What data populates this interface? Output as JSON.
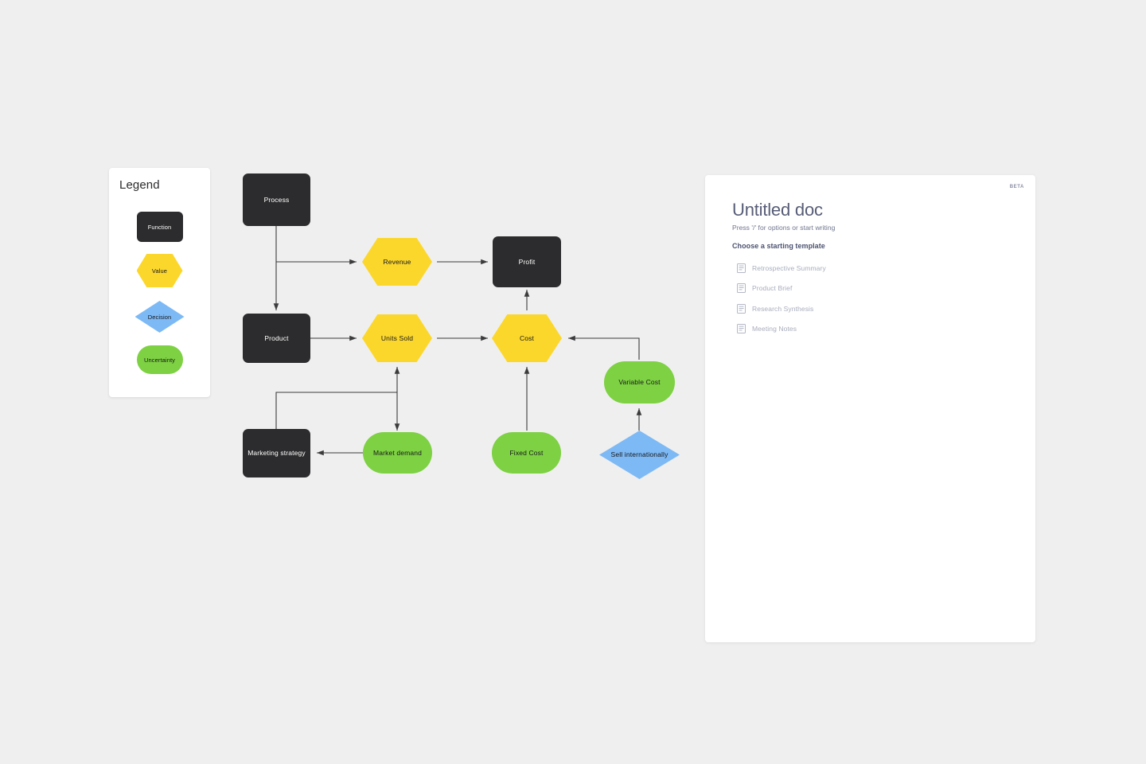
{
  "canvas": {
    "background_color": "#efefef"
  },
  "legend": {
    "title": "Legend",
    "items": [
      {
        "label": "Function",
        "shape": "rounded-rect",
        "color": "#2c2c2e"
      },
      {
        "label": "Value",
        "shape": "hexagon",
        "color": "#fcd72b"
      },
      {
        "label": "Decision",
        "shape": "diamond",
        "color": "#7db9f5"
      },
      {
        "label": "Uncertainty",
        "shape": "pill",
        "color": "#7dd143"
      }
    ]
  },
  "diagram": {
    "nodes": [
      {
        "id": "process",
        "label": "Process",
        "type": "function"
      },
      {
        "id": "revenue",
        "label": "Revenue",
        "type": "value"
      },
      {
        "id": "profit",
        "label": "Profit",
        "type": "function"
      },
      {
        "id": "product",
        "label": "Product",
        "type": "function"
      },
      {
        "id": "units-sold",
        "label": "Units Sold",
        "type": "value"
      },
      {
        "id": "cost",
        "label": "Cost",
        "type": "value"
      },
      {
        "id": "variable-cost",
        "label": "Variable Cost",
        "type": "uncertainty"
      },
      {
        "id": "marketing-strategy",
        "label": "Marketing strategy",
        "type": "function"
      },
      {
        "id": "market-demand",
        "label": "Market demand",
        "type": "uncertainty"
      },
      {
        "id": "fixed-cost",
        "label": "Fixed Cost",
        "type": "uncertainty"
      },
      {
        "id": "sell-internationally",
        "label": "Sell internationally",
        "type": "decision"
      }
    ],
    "edges": [
      {
        "from": "process",
        "to": "revenue"
      },
      {
        "from": "process",
        "to": "product"
      },
      {
        "from": "revenue",
        "to": "profit"
      },
      {
        "from": "product",
        "to": "units-sold"
      },
      {
        "from": "units-sold",
        "to": "cost"
      },
      {
        "from": "cost",
        "to": "profit"
      },
      {
        "from": "fixed-cost",
        "to": "cost"
      },
      {
        "from": "variable-cost",
        "to": "cost"
      },
      {
        "from": "sell-internationally",
        "to": "variable-cost"
      },
      {
        "from": "market-demand",
        "to": "units-sold",
        "bidirectional": true
      },
      {
        "from": "market-demand",
        "to": "marketing-strategy"
      },
      {
        "from": "marketing-strategy",
        "to": "units-sold"
      }
    ]
  },
  "document": {
    "badge": "BETA",
    "title": "Untitled doc",
    "subtitle": "Press '/' for options or start writing",
    "section_title": "Choose a starting template",
    "templates": [
      {
        "label": "Retrospective Summary"
      },
      {
        "label": "Product Brief"
      },
      {
        "label": "Research Synthesis"
      },
      {
        "label": "Meeting Notes"
      }
    ]
  }
}
